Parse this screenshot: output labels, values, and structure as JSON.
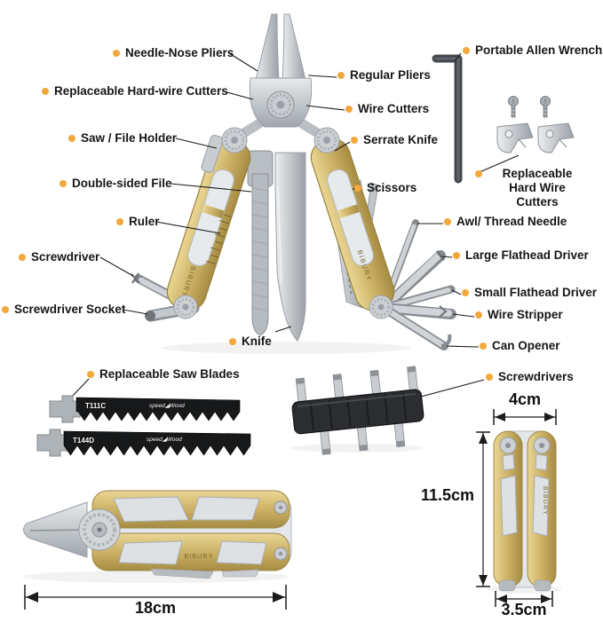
{
  "brand": "BIBURY",
  "colors": {
    "accent_dot": "#F3A83B",
    "handle_gold": "#CCB166",
    "steel": "#C7CBCF",
    "label_text": "#161616"
  },
  "callouts": {
    "left": [
      {
        "label": "Needle-Nose Pliers"
      },
      {
        "label": "Replaceable Hard-wire Cutters"
      },
      {
        "label": "Saw / File Holder"
      },
      {
        "label": "Double-sided File"
      },
      {
        "label": "Ruler"
      },
      {
        "label": "Screwdriver"
      },
      {
        "label": "Screwdriver Socket"
      },
      {
        "label": "Knife"
      }
    ],
    "right": [
      {
        "label": "Portable Allen Wrench"
      },
      {
        "label": "Regular Pliers"
      },
      {
        "label": "Wire Cutters"
      },
      {
        "label": "Serrate Knife"
      },
      {
        "label": "Scissors"
      },
      {
        "label": "Replaceable Hard Wire Cutters"
      },
      {
        "label": "Awl/ Thread Needle"
      },
      {
        "label": "Large Flathead Driver"
      },
      {
        "label": "Small Flathead Driver"
      },
      {
        "label": "Wire Stripper"
      },
      {
        "label": "Can Opener"
      }
    ],
    "middle": [
      {
        "label": "Replaceable Saw Blades"
      },
      {
        "label": "Screwdrivers"
      }
    ]
  },
  "saw_blades": [
    {
      "code": "T111C",
      "marking": "speed◢Wood"
    },
    {
      "code": "T144D",
      "marking": "speed◢Wood"
    }
  ],
  "dimensions": {
    "open_length": "18cm",
    "closed_width": "4cm",
    "closed_height": "11.5cm",
    "closed_thickness": "3.5cm"
  }
}
